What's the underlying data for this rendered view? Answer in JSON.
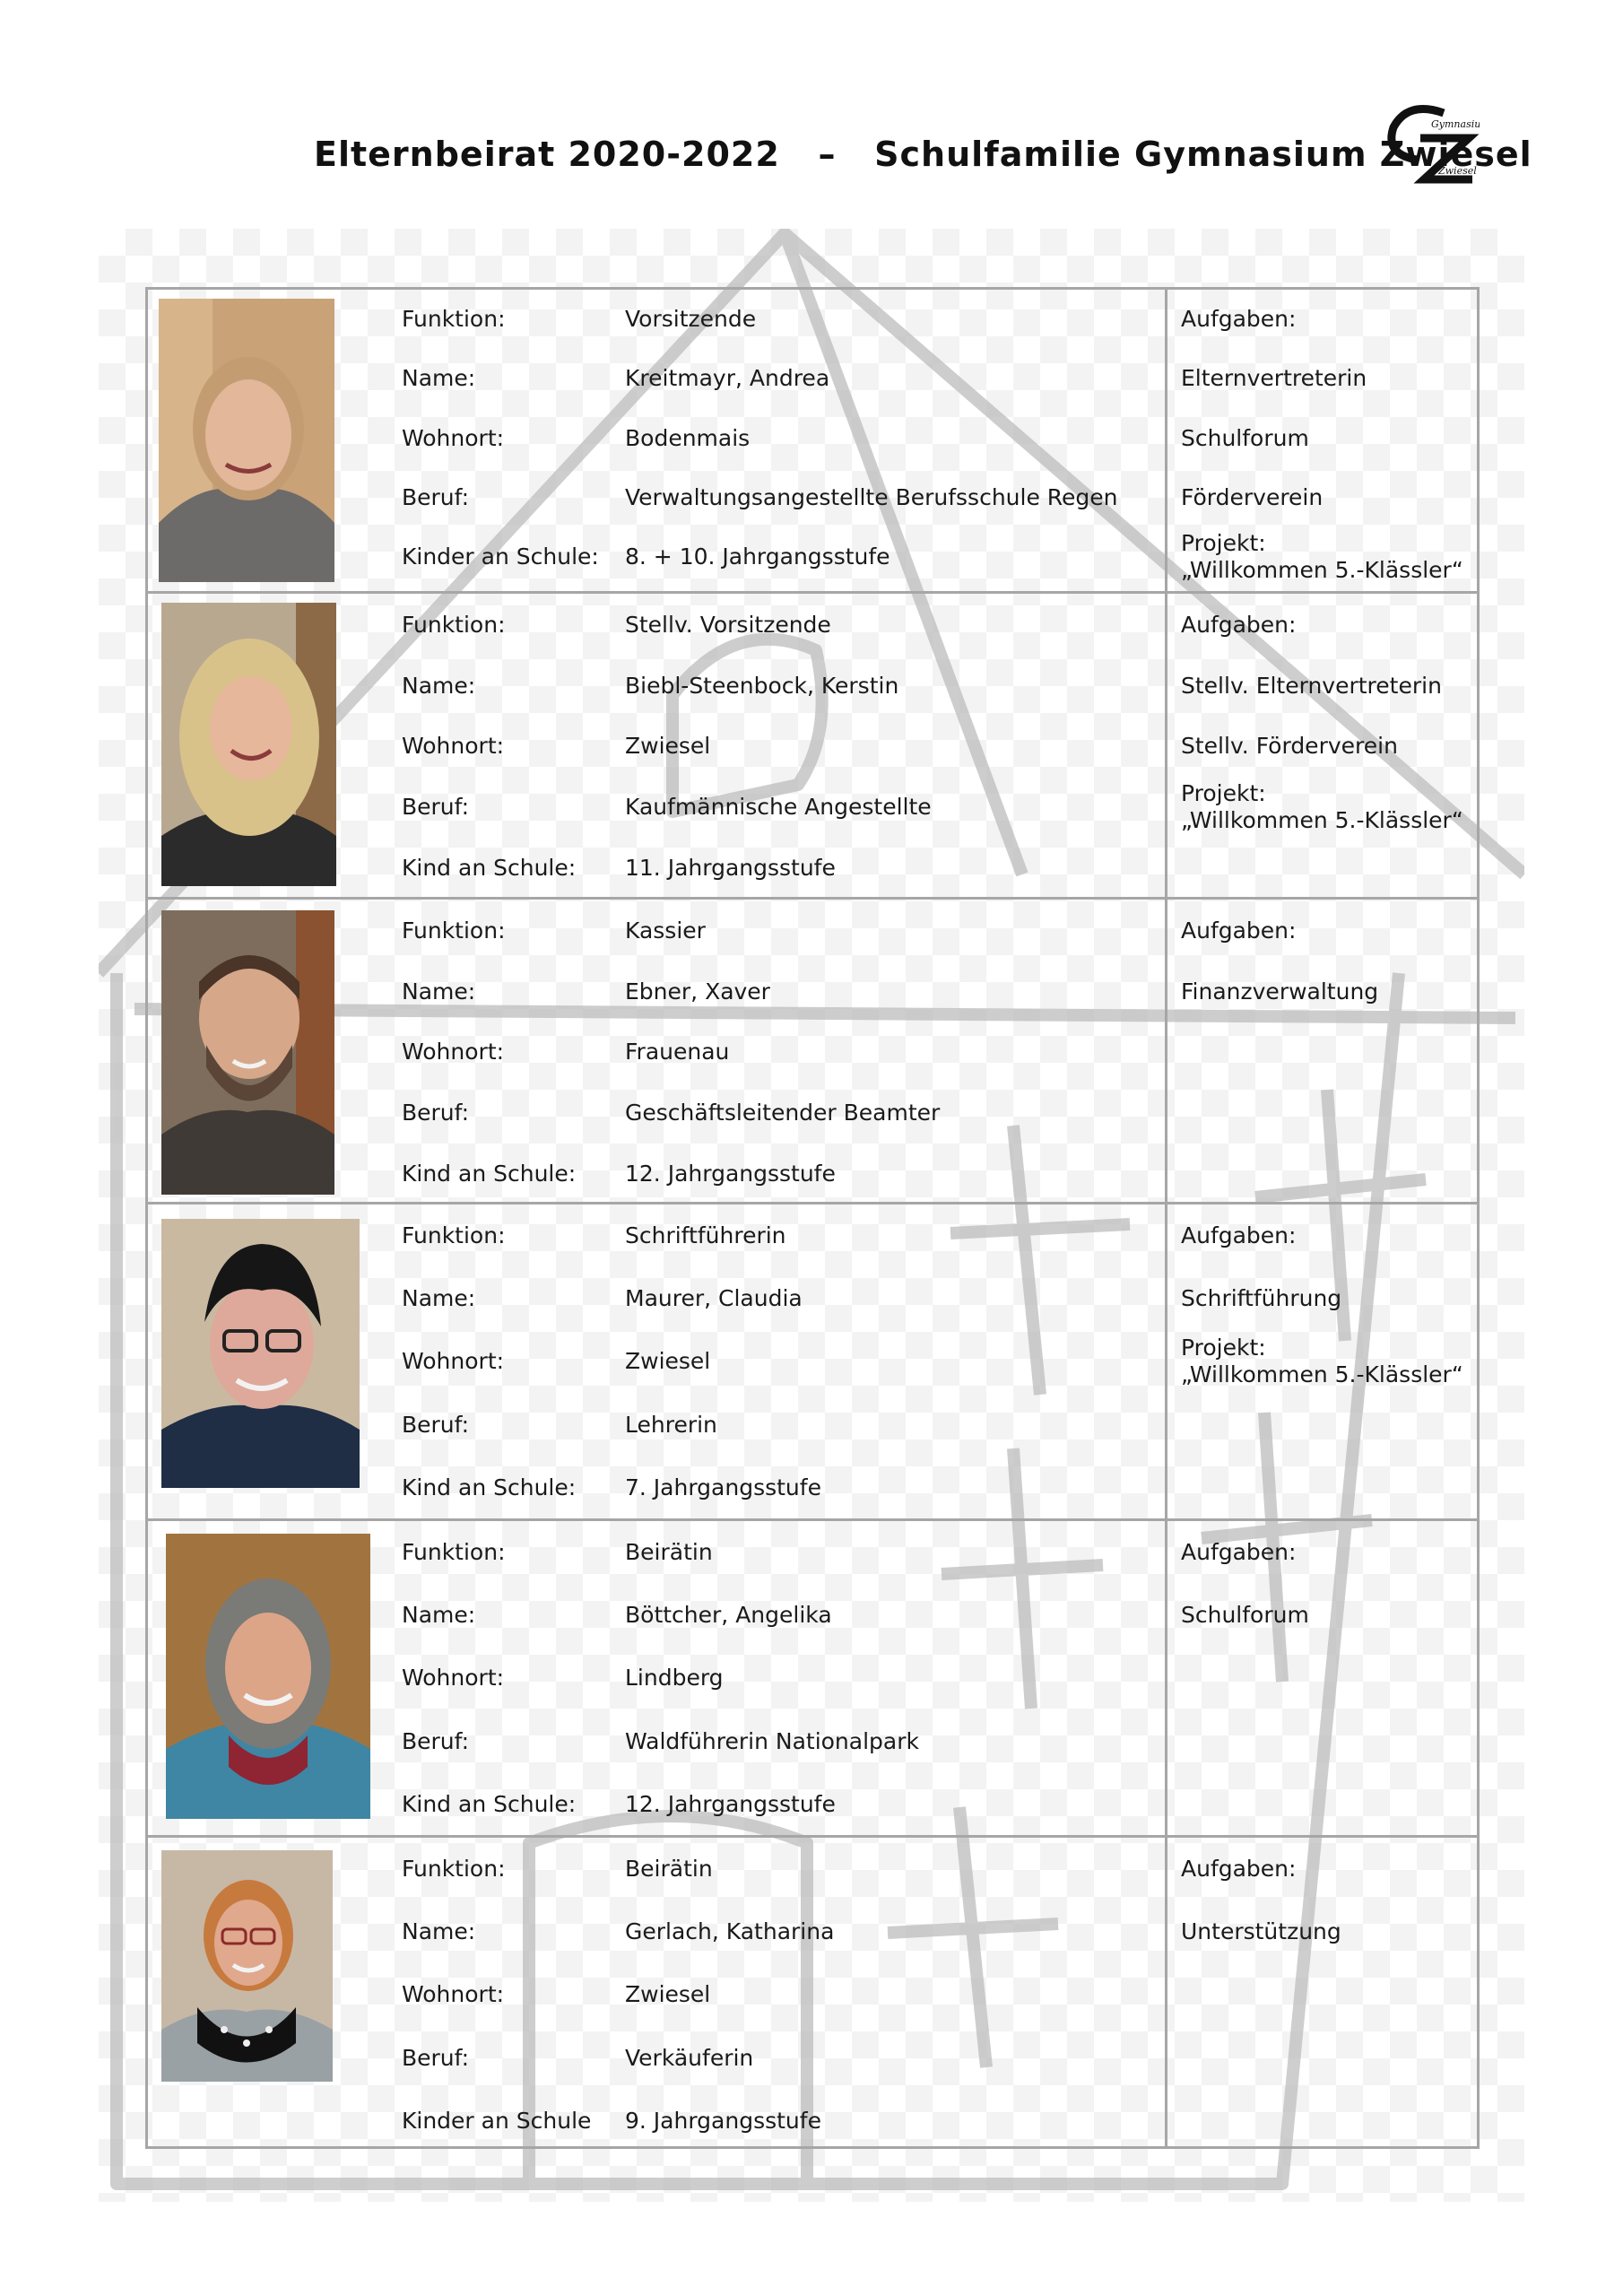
{
  "header": {
    "title": "Elternbeirat 2020-2022   –   Schulfamilie Gymnasium Zwiesel",
    "logo_text": [
      "Gymnasium",
      "Zwiesel"
    ]
  },
  "tasks_label": "Aufgaben:",
  "members": [
    {
      "photo": "portrait-photo",
      "rows": [
        {
          "label": "Funktion:",
          "value": "Vorsitzende"
        },
        {
          "label": "Name:",
          "value": "Kreitmayr, Andrea"
        },
        {
          "label": "Wohnort:",
          "value": "Bodenmais"
        },
        {
          "label": "Beruf:",
          "value": "Verwaltungsangestellte Berufsschule Regen"
        },
        {
          "label": "Kinder an Schule:",
          "value": "8. + 10. Jahrgangsstufe"
        }
      ],
      "tasks": [
        "Elternvertreterin",
        "Schulforum",
        "Förderverein",
        "Projekt:",
        "„Willkommen 5.-Klässler“"
      ]
    },
    {
      "photo": "portrait-photo",
      "rows": [
        {
          "label": "Funktion:",
          "value": "Stellv. Vorsitzende"
        },
        {
          "label": "Name:",
          "value": "Biebl-Steenbock, Kerstin"
        },
        {
          "label": "Wohnort:",
          "value": "Zwiesel"
        },
        {
          "label": "Beruf:",
          "value": "Kaufmännische Angestellte"
        },
        {
          "label": "Kind an Schule:",
          "value": "11. Jahrgangsstufe"
        }
      ],
      "tasks": [
        "Stellv. Elternvertreterin",
        "Stellv. Förderverein",
        "Projekt:",
        "„Willkommen 5.-Klässler“"
      ]
    },
    {
      "photo": "portrait-photo",
      "rows": [
        {
          "label": "Funktion:",
          "value": "Kassier"
        },
        {
          "label": "Name:",
          "value": "Ebner, Xaver"
        },
        {
          "label": "Wohnort:",
          "value": "Frauenau"
        },
        {
          "label": "Beruf:",
          "value": "Geschäftsleitender Beamter"
        },
        {
          "label": "Kind an Schule:",
          "value": "12. Jahrgangsstufe"
        }
      ],
      "tasks": [
        "Finanzverwaltung"
      ]
    },
    {
      "photo": "portrait-photo",
      "rows": [
        {
          "label": "Funktion:",
          "value": "Schriftführerin"
        },
        {
          "label": "Name:",
          "value": "Maurer, Claudia"
        },
        {
          "label": "Wohnort:",
          "value": "Zwiesel"
        },
        {
          "label": "Beruf:",
          "value": "Lehrerin"
        },
        {
          "label": "Kind an Schule:",
          "value": "7. Jahrgangsstufe"
        }
      ],
      "tasks": [
        "Schriftführung",
        "Projekt:",
        "„Willkommen 5.-Klässler“"
      ]
    },
    {
      "photo": "portrait-photo",
      "rows": [
        {
          "label": "Funktion:",
          "value": "Beirätin"
        },
        {
          "label": "Name:",
          "value": "Böttcher, Angelika"
        },
        {
          "label": "Wohnort:",
          "value": "Lindberg"
        },
        {
          "label": "Beruf:",
          "value": "Waldführerin Nationalpark"
        },
        {
          "label": "Kind an Schule:",
          "value": "12. Jahrgangsstufe"
        }
      ],
      "tasks": [
        "Schulforum"
      ]
    },
    {
      "photo": "portrait-photo",
      "rows": [
        {
          "label": "Funktion:",
          "value": "Beirätin"
        },
        {
          "label": "Name:",
          "value": "Gerlach, Katharina"
        },
        {
          "label": "Wohnort:",
          "value": "Zwiesel"
        },
        {
          "label": "Beruf:",
          "value": "Verkäuferin"
        },
        {
          "label": "Kinder an Schule",
          "value": "9. Jahrgangsstufe"
        }
      ],
      "tasks": [
        "Unterstützung"
      ]
    }
  ]
}
